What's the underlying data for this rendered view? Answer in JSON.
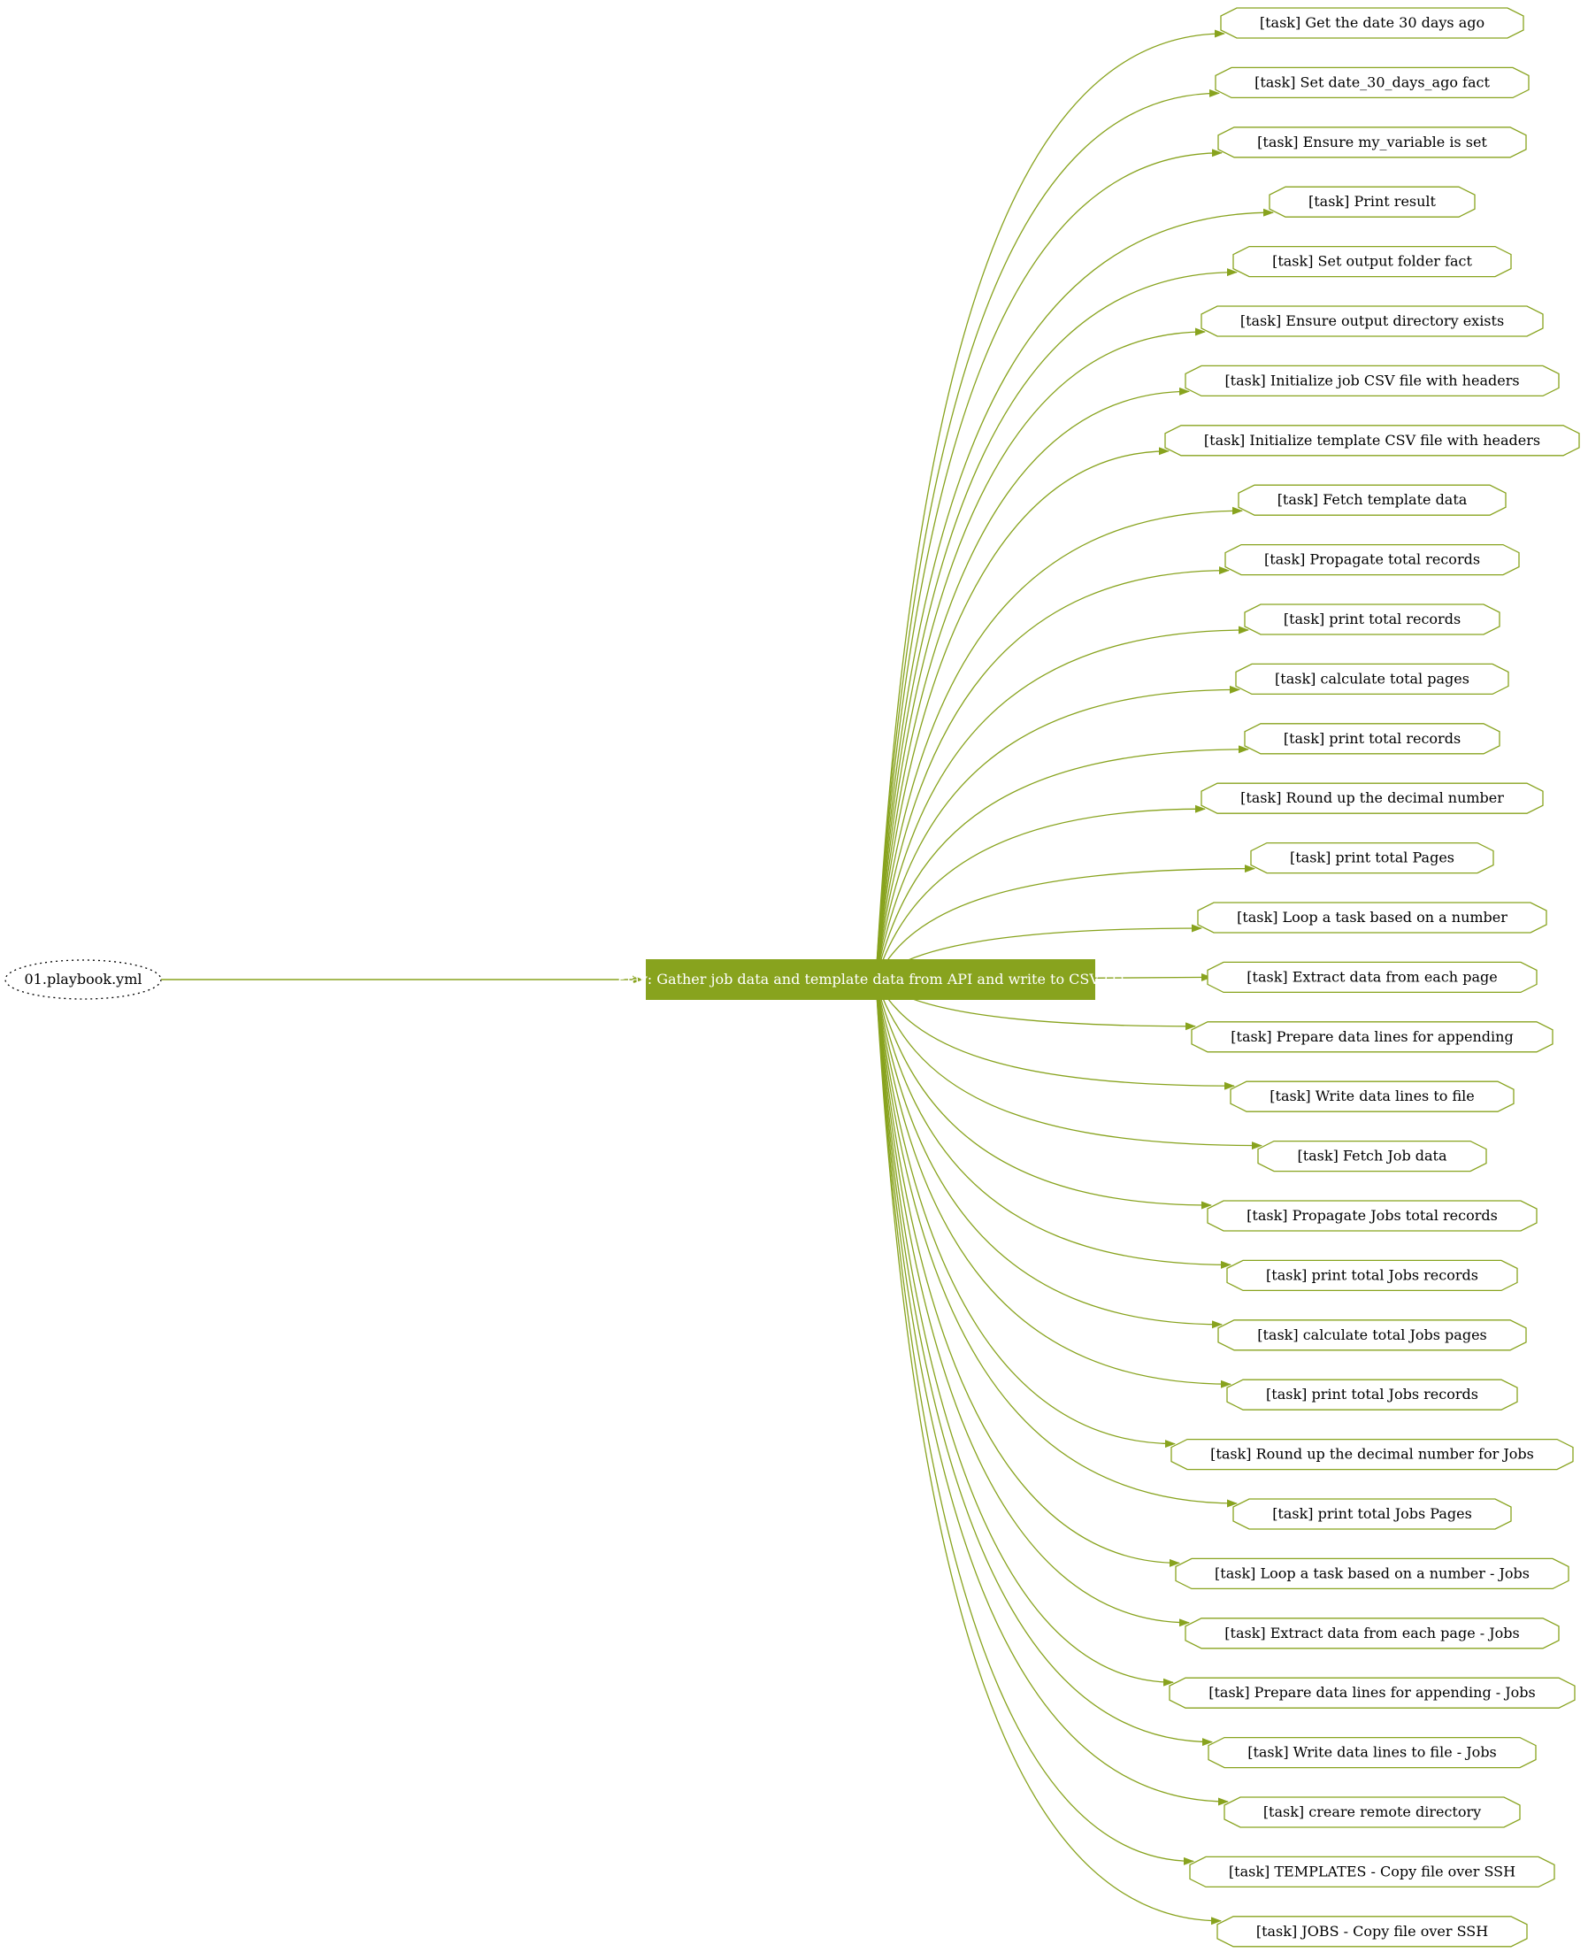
{
  "colors": {
    "accent": "#88a31e",
    "text": "#000000",
    "play_text": "#ffffff",
    "root_border": "#000000"
  },
  "root": {
    "label": "01.playbook.yml"
  },
  "play": {
    "label": "Play: Gather job data and template data from API and write to CSV (1)"
  },
  "tasks": [
    {
      "label": "[task] Get the date 30 days ago"
    },
    {
      "label": "[task] Set date_30_days_ago fact"
    },
    {
      "label": "[task] Ensure my_variable is set"
    },
    {
      "label": "[task] Print result"
    },
    {
      "label": "[task] Set output folder fact"
    },
    {
      "label": "[task] Ensure output directory exists"
    },
    {
      "label": "[task] Initialize job CSV file with headers"
    },
    {
      "label": "[task] Initialize template CSV file with headers"
    },
    {
      "label": "[task] Fetch template data"
    },
    {
      "label": "[task] Propagate total records"
    },
    {
      "label": "[task] print total records"
    },
    {
      "label": "[task] calculate total pages"
    },
    {
      "label": "[task] print total records"
    },
    {
      "label": "[task] Round up the decimal number"
    },
    {
      "label": "[task] print total Pages"
    },
    {
      "label": "[task] Loop a task based on a number"
    },
    {
      "label": "[task] Extract data from each page"
    },
    {
      "label": "[task] Prepare data lines for appending"
    },
    {
      "label": "[task] Write data lines to file"
    },
    {
      "label": "[task] Fetch Job data"
    },
    {
      "label": "[task] Propagate Jobs total records"
    },
    {
      "label": "[task] print total Jobs records"
    },
    {
      "label": "[task] calculate total Jobs pages"
    },
    {
      "label": "[task] print total Jobs records"
    },
    {
      "label": "[task] Round up the decimal number for Jobs"
    },
    {
      "label": "[task] print total Jobs Pages"
    },
    {
      "label": "[task] Loop a task based on a number - Jobs"
    },
    {
      "label": "[task] Extract data from each page - Jobs"
    },
    {
      "label": "[task] Prepare data lines for appending - Jobs"
    },
    {
      "label": "[task] Write data lines to file - Jobs"
    },
    {
      "label": "[task] creare remote directory"
    },
    {
      "label": "[task] TEMPLATES - Copy file over SSH"
    },
    {
      "label": "[task] JOBS - Copy file over SSH"
    }
  ]
}
